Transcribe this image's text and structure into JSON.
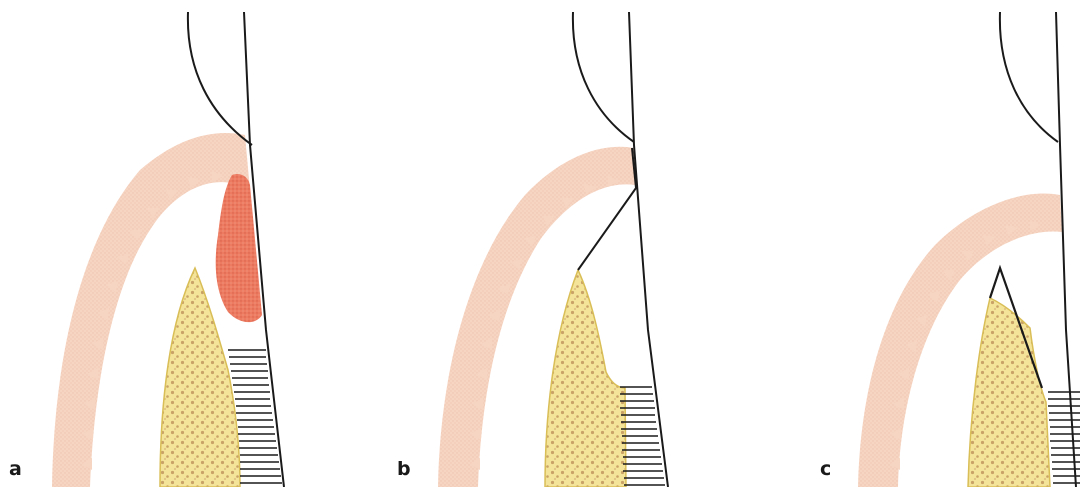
{
  "figure": {
    "panels": [
      {
        "id": "a",
        "label": "a"
      },
      {
        "id": "b",
        "label": "b"
      },
      {
        "id": "c",
        "label": "c"
      }
    ]
  },
  "colors": {
    "background": "#ffffff",
    "gingiva_epithelium": "#f6d5c3",
    "gingiva_papillae_texture": "#eec4ad",
    "inflamed_tissue": "#ec7b62",
    "inflamed_texture": "#d95f48",
    "bone_fill": "#f4e49a",
    "bone_outline": "#d9be57",
    "bone_trabecular": "#c9a267",
    "line": "#1a1a1a"
  }
}
